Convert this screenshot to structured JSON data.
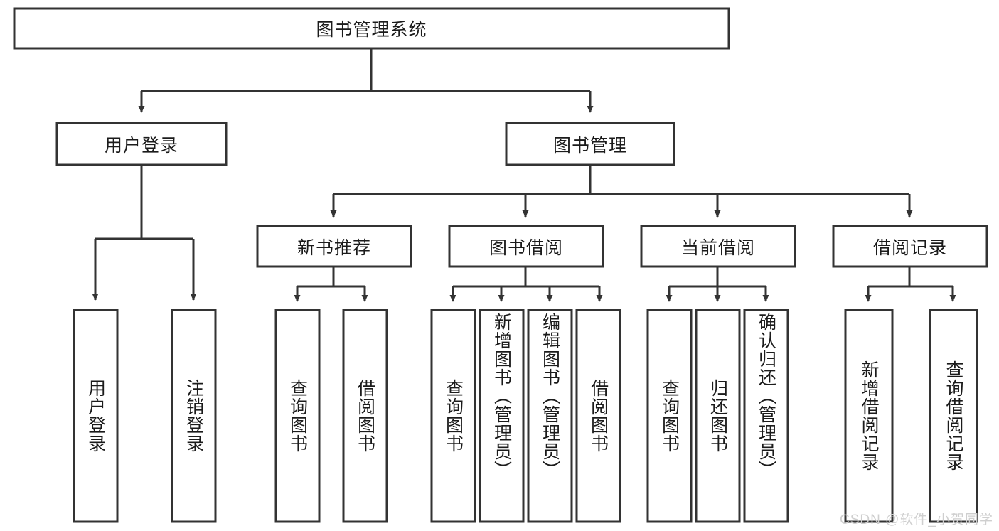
{
  "diagram": {
    "title": "图书管理系统",
    "watermark": "CSDN @软件_小贺同学",
    "colors": {
      "stroke": "#333333",
      "box_fill": "#ffffff",
      "text": "#1b1b1b",
      "watermark": "#cfcfcf",
      "background": "#ffffff"
    },
    "levels": {
      "root": {
        "label": "图书管理系统"
      },
      "level2": [
        {
          "label": "用户登录"
        },
        {
          "label": "图书管理"
        }
      ],
      "level3": [
        {
          "label": "新书推荐"
        },
        {
          "label": "图书借阅"
        },
        {
          "label": "当前借阅"
        },
        {
          "label": "借阅记录"
        }
      ],
      "leaves_user_login": [
        {
          "label": "用户登录"
        },
        {
          "label": "注销登录"
        }
      ],
      "leaves_new_book": [
        {
          "label": "查询图书"
        },
        {
          "label": "借阅图书"
        }
      ],
      "leaves_borrow_book": [
        {
          "label": "查询图书"
        },
        {
          "label": "新增图书（管理员）"
        },
        {
          "label": "编辑图书（管理员）"
        },
        {
          "label": "借阅图书"
        }
      ],
      "leaves_current_borrow": [
        {
          "label": "查询图书"
        },
        {
          "label": "归还图书"
        },
        {
          "label": "确认归还（管理员）"
        }
      ],
      "leaves_borrow_record": [
        {
          "label": "新增借阅记录"
        },
        {
          "label": "查询借阅记录"
        }
      ]
    }
  }
}
